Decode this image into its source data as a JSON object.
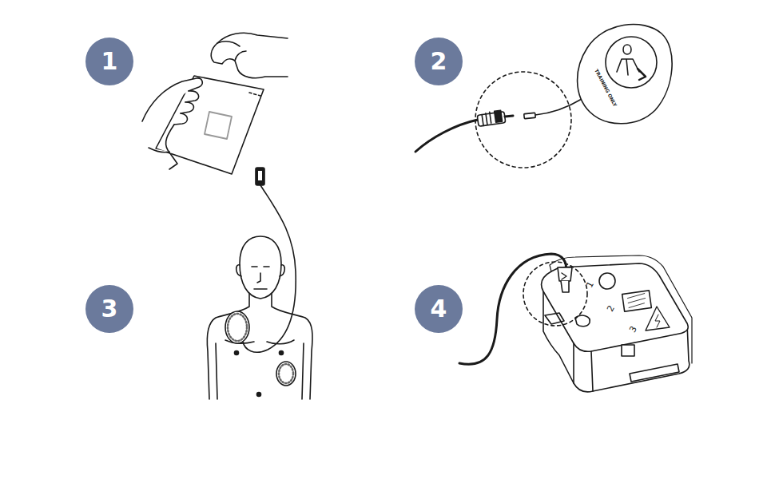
{
  "diagram": {
    "nodes": [
      {
        "text": [
          "1"
        ]
      },
      {
        "text": [
          "2"
        ]
      },
      {
        "text": [
          "3"
        ]
      },
      {
        "text": [
          "4"
        ]
      }
    ],
    "labels": [
      "TRAINING ONLY",
      "1",
      "2",
      "3"
    ]
  }
}
